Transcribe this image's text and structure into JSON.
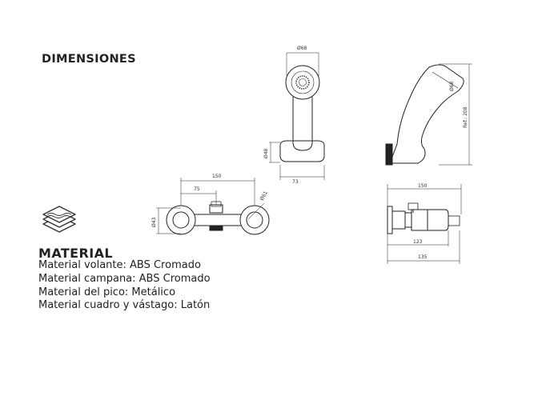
{
  "heading": "DIMENSIONES",
  "material": {
    "heading": "MATERIAL",
    "items": [
      "Material volante: ABS Cromado",
      "Material campana: ABS Cromado",
      "Material del pico: Metálico",
      "Material cuadro y vástago: Latón"
    ]
  },
  "dimensions": {
    "shower_head_width": "Ø68",
    "shower_head_side": "Ø68",
    "holder_diameter": "Ø48",
    "holder_depth": "73",
    "handle_length": "Ref.: 208",
    "mixer_total_width": "150",
    "mixer_half_width": "75",
    "flange_diameter": "Ø61",
    "mixer_height": "Ø43",
    "side_width": "150",
    "side_depth_a": "123",
    "side_depth_b": "135"
  }
}
